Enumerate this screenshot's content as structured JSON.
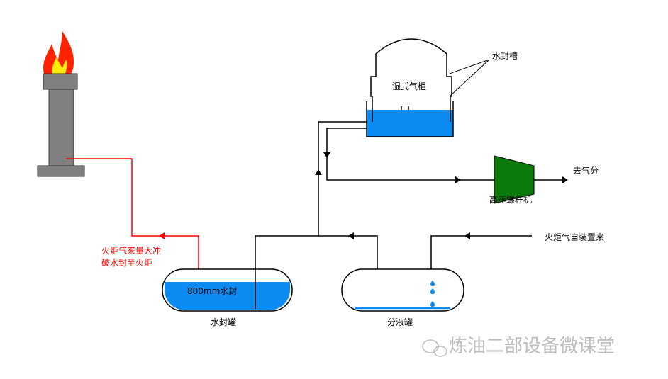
{
  "labels": {
    "water_seal_groove": "水封槽",
    "wet_gas_holder": "湿式气柜",
    "to_gas_fractionation": "去气分",
    "high_pressure_screw_compressor": "高压螺杆机",
    "flare_gas_from_units": "火炬气自装置来",
    "flare_overflow_line1": "火炬气来量大冲",
    "flare_overflow_line2": "破水封至火炬",
    "water_seal_level": "800mm水封",
    "water_seal_tank": "水封罐",
    "liquid_separator": "分液罐"
  },
  "watermark": "炼油二部设备微课堂",
  "colors": {
    "water": "#0c8cf2",
    "flare_line": "#ff0000",
    "compressor": "#0a7a0a",
    "stack": "#808080",
    "flame_outer": "#ff2200",
    "flame_inner": "#ffee00",
    "watermark": "#bdbdbd"
  }
}
